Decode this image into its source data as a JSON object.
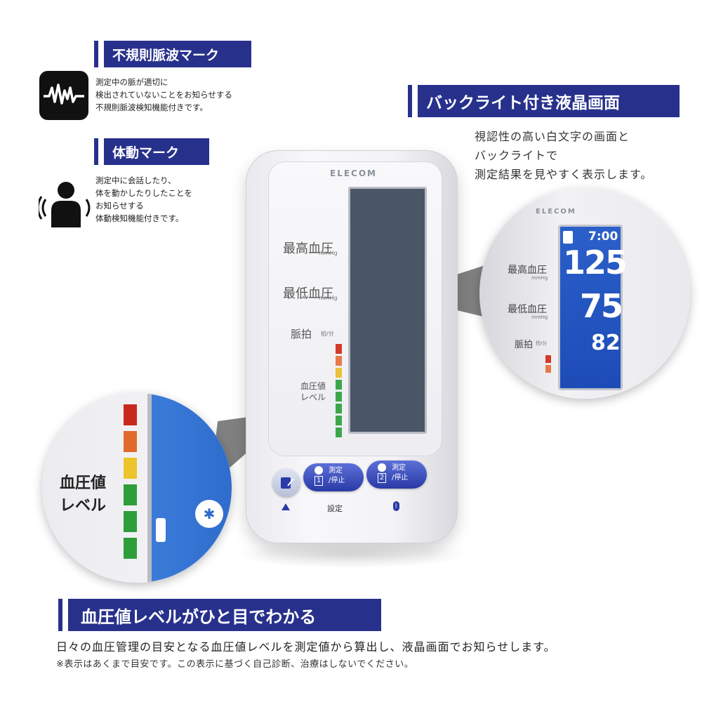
{
  "sections": {
    "irregular": {
      "title": "不規則脈波マーク",
      "lines": [
        "測定中の脈が適切に",
        "検出されていないことをお知らせする",
        "不規則脈波検知機能付きです。"
      ],
      "icon": "irregular-pulse-icon"
    },
    "motion": {
      "title": "体動マーク",
      "lines": [
        "測定中に会話したり、",
        "体を動かしたりしたことを",
        "お知らせする",
        "体動検知機能付きです。"
      ],
      "icon": "body-motion-icon"
    },
    "backlight": {
      "title": "バックライト付き液晶画面",
      "lines": [
        "視認性の高い白文字の画面と",
        "バックライトで",
        "測定結果を見やすく表示します。"
      ]
    },
    "level": {
      "title": "血圧値レベルがひと目でわかる",
      "line1": "日々の血圧管理の目安となる血圧値レベルを測定値から算出し、液晶画面でお知らせします。",
      "line2": "※表示はあくまで目安です。この表示に基づく自己診断、治療はしないでください。"
    }
  },
  "device": {
    "brand": "ELECOM",
    "label_high": "最高血圧",
    "label_low": "最低血圧",
    "unit_mmhg": "mmHg",
    "label_pulse": "脈拍",
    "unit_pulse": "拍/分",
    "label_level_1": "血圧値",
    "label_level_2": "レベル",
    "button1_label_1": "測定",
    "button1_label_2": "/停止",
    "button1_num": "1",
    "button2_label_1": "測定",
    "button2_label_2": "/停止",
    "button2_num": "2",
    "settings_label": "設定",
    "level_colors": [
      "#d23a2a",
      "#e8794a",
      "#e7c23a",
      "#3aa84a",
      "#3aa84a",
      "#3aa84a",
      "#3aa84a",
      "#3aa84a"
    ]
  },
  "zoom_display": {
    "time": "7:00",
    "systolic": "125",
    "diastolic": "75",
    "pulse": "82",
    "brand": "ELECOM"
  },
  "zoom_level": {
    "label_1": "血圧値",
    "label_2": "レベル",
    "colors": [
      "#c8291e",
      "#e06a2b",
      "#ecc42c",
      "#2e9e3a",
      "#2e9e3a",
      "#2e9e3a"
    ]
  }
}
